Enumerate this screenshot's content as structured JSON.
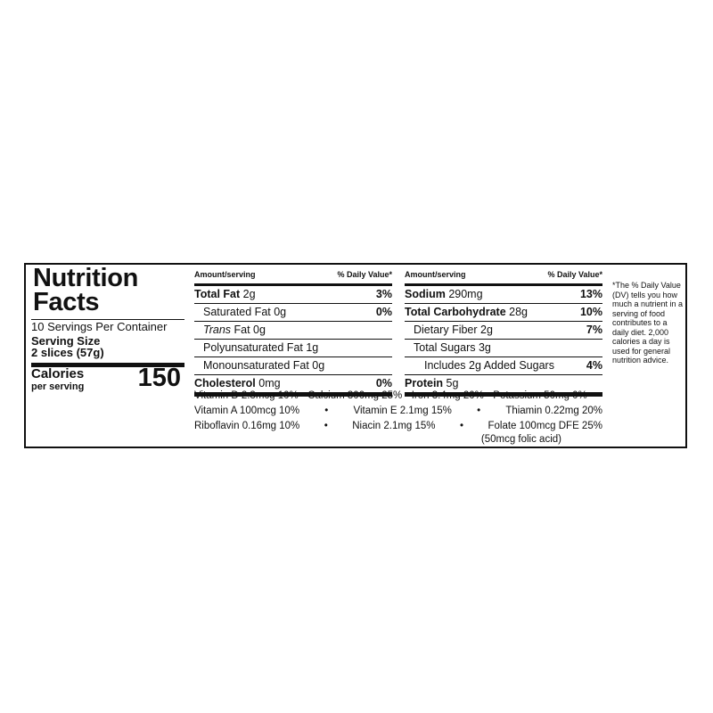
{
  "title": "Nutrition Facts",
  "servings_per_container": "10 Servings Per Container",
  "serving_size_label": "Serving Size",
  "serving_size_value": "2 slices (57g)",
  "calories_label": "Calories",
  "calories_sublabel": "per serving",
  "calories_value": "150",
  "column_headers": {
    "amount": "Amount/serving",
    "dv": "% Daily Value*"
  },
  "left_column": [
    {
      "name": "Total Fat",
      "amount": "2g",
      "dv": "3%"
    },
    {
      "name": "Saturated Fat",
      "amount": "0g",
      "dv": "0%"
    },
    {
      "name": "Trans",
      "name_rest": "Fat 0g",
      "dv": ""
    },
    {
      "name": "Polyunsaturated Fat 1g",
      "dv": ""
    },
    {
      "name": "Monounsaturated Fat 0g",
      "dv": ""
    },
    {
      "name": "Cholesterol",
      "amount": "0mg",
      "dv": "0%"
    }
  ],
  "right_column": [
    {
      "name": "Sodium",
      "amount": "290mg",
      "dv": "13%"
    },
    {
      "name": "Total Carbohydrate",
      "amount": "28g",
      "dv": "10%"
    },
    {
      "name": "Dietary Fiber 2g",
      "dv": "7%"
    },
    {
      "name": "Total Sugars 3g",
      "dv": ""
    },
    {
      "name": "Includes 2g Added Sugars",
      "dv": "4%"
    },
    {
      "name": "Protein",
      "amount": "5g",
      "dv": ""
    }
  ],
  "vitamins": {
    "line1": "Vitamin D 2.3mcg 10% • Calcium 300mg 25% • Iron 3.4mg 20% • Potassium 50mg 0%",
    "line2": [
      "Vitamin A 100mcg 10%",
      "•",
      "Vitamin E 2.1mg 15%",
      "•",
      "Thiamin 0.22mg 20%"
    ],
    "line3": [
      "Riboflavin 0.16mg 10%",
      "•",
      "Niacin 2.1mg 15%",
      "•",
      "Folate 100mcg DFE 25%"
    ],
    "line4": "(50mcg folic acid)"
  },
  "dv_footnote": "*The % Daily Value (DV) tells you how much a nutrient in a serving of food contributes to a daily diet. 2,000 calories a day is used for general nutrition advice."
}
